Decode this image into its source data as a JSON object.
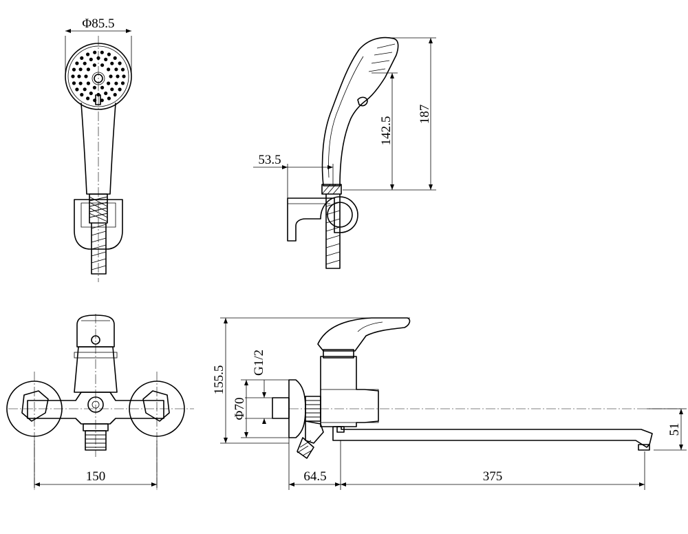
{
  "dimensions": {
    "shower_head_diameter": "Φ85.5",
    "shower_total_height": "187",
    "shower_head_offset": "142.5",
    "holder_offset": "53.5",
    "mixer_height": "155.5",
    "thread": "G1/2",
    "flange_diameter": "Φ70",
    "spout_height": "51",
    "center_distance": "150",
    "body_depth": "64.5",
    "spout_length": "375"
  }
}
